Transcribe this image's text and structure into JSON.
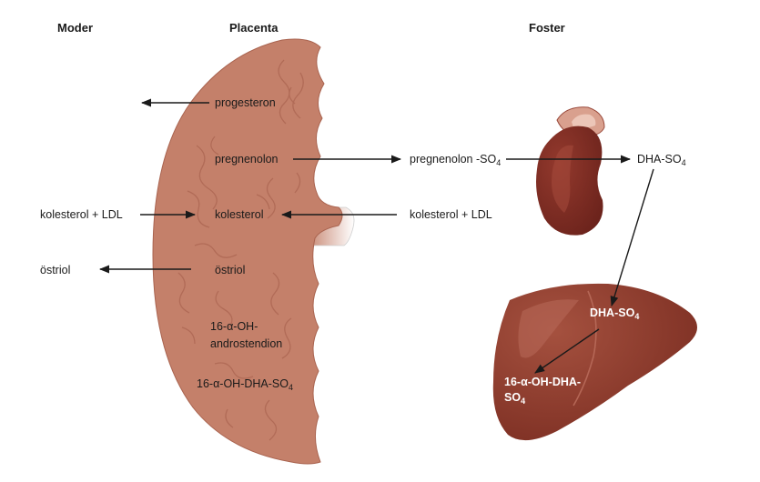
{
  "headers": {
    "mother": "Moder",
    "placenta": "Placenta",
    "fetus": "Foster"
  },
  "placenta_labels": {
    "progesterone": "progesteron",
    "pregnenolone": "pregnenolon",
    "cholesterol": "kolesterol",
    "estriol": "östriol",
    "androstenedione_line1": "16-α-OH-",
    "androstenedione_line2": "androstendion",
    "oh_dha_so4_main": "16-α-OH-DHA-SO",
    "oh_dha_so4_sub": "4"
  },
  "mother_labels": {
    "cholesterol_ldl": "kolesterol + LDL",
    "estriol": "östriol"
  },
  "fetus_labels": {
    "pregnenolone_so4_main": "pregnenolon -SO",
    "pregnenolone_so4_sub": "4",
    "dha_so4_main": "DHA-SO",
    "dha_so4_sub": "4",
    "cholesterol_ldl": "kolesterol + LDL"
  },
  "liver_labels": {
    "dha_so4_main": "DHA-SO",
    "dha_so4_sub": "4",
    "oh_dha_line1": "16-α-OH-DHA-",
    "oh_dha_line2_main": "SO",
    "oh_dha_line2_sub": "4"
  },
  "colors": {
    "placenta": "#c4806a",
    "placenta_vein": "#a9634f",
    "adrenal": "#7a2a22",
    "adrenal_cap": "#d9a08e",
    "liver": "#8e3a2c",
    "liver_highlight": "#b86a5a"
  }
}
